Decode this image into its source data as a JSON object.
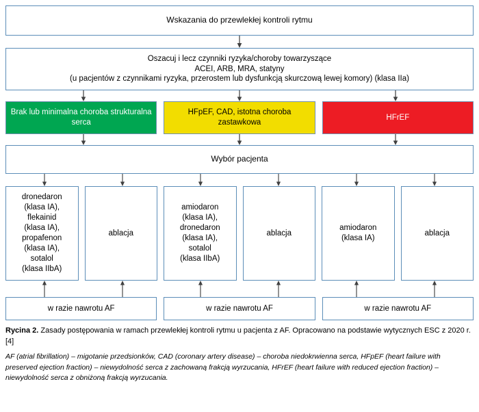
{
  "diagram": {
    "header": {
      "title": "Wskazania do przewlekłej kontroli rytmu"
    },
    "risk": {
      "text": "Oszacuj i lecz czynniki ryzyka/choroby towarzyszące\nACEI, ARB, MRA, statyny\n(u pacjentów z czynnikami ryzyka, przerostem lub dysfunkcją skurczową lewej komory) (klasa IIa)"
    },
    "categories": [
      {
        "label": "Brak lub minimalna choroba strukturalna serca",
        "color": "#00A651",
        "text_color": "#FFFFFF",
        "name": "no-structural-disease"
      },
      {
        "label": "HFpEF, CAD, istotna choroba zastawkowa",
        "color": "#F2DD00",
        "text_color": "#000000",
        "name": "hfpef-cad-valvular"
      },
      {
        "label": "HFrEF",
        "color": "#ED1C24",
        "text_color": "#FFFFFF",
        "name": "hfref"
      }
    ],
    "choice": {
      "label": "Wybór pacjenta"
    },
    "treatments": [
      {
        "label": "dronedaron\n(klasa IA),\nflekainid\n(klasa IA),\npropafenon\n(klasa IA),\nsotalol\n(klasa IIbA)",
        "name": "treatment-drugs-1"
      },
      {
        "label": "ablacja",
        "name": "treatment-ablation-1"
      },
      {
        "label": "amiodaron\n(klasa IA),\ndronedaron\n(klasa IA),\nsotalol\n(klasa IIbA)",
        "name": "treatment-drugs-2"
      },
      {
        "label": "ablacja",
        "name": "treatment-ablation-2"
      },
      {
        "label": "amiodaron\n(klasa IA)",
        "name": "treatment-drugs-3"
      },
      {
        "label": "ablacja",
        "name": "treatment-ablation-3"
      }
    ],
    "relapse": [
      {
        "label": "w razie nawrotu AF",
        "name": "relapse-box-1"
      },
      {
        "label": "w razie nawrotu AF",
        "name": "relapse-box-2"
      },
      {
        "label": "w razie nawrotu AF",
        "name": "relapse-box-3"
      }
    ]
  },
  "caption": {
    "figure_number": "Rycina 2.",
    "main_text": " Zasady postępowania w ramach przewlekłej kontroli rytmu u pacjenta z AF. Opracowano na podstawie wytycznych ESC z 2020 r. [4]",
    "abbreviations": "AF  (atrial fibrillation) – migotanie przedsionków, CAD (coronary artery disease) – choroba niedokrwienna serca, HFpEF (heart failure with preserved ejection fraction) – niewydolność serca z zachowaną frakcją wyrzucania, HFrEF (heart failure with reduced ejection fraction) – niewydolność serca z obniżoną frakcją wyrzucania."
  },
  "style": {
    "border_color": "#5B8DB8",
    "arrow_color": "#595959",
    "background": "#FFFFFF"
  }
}
